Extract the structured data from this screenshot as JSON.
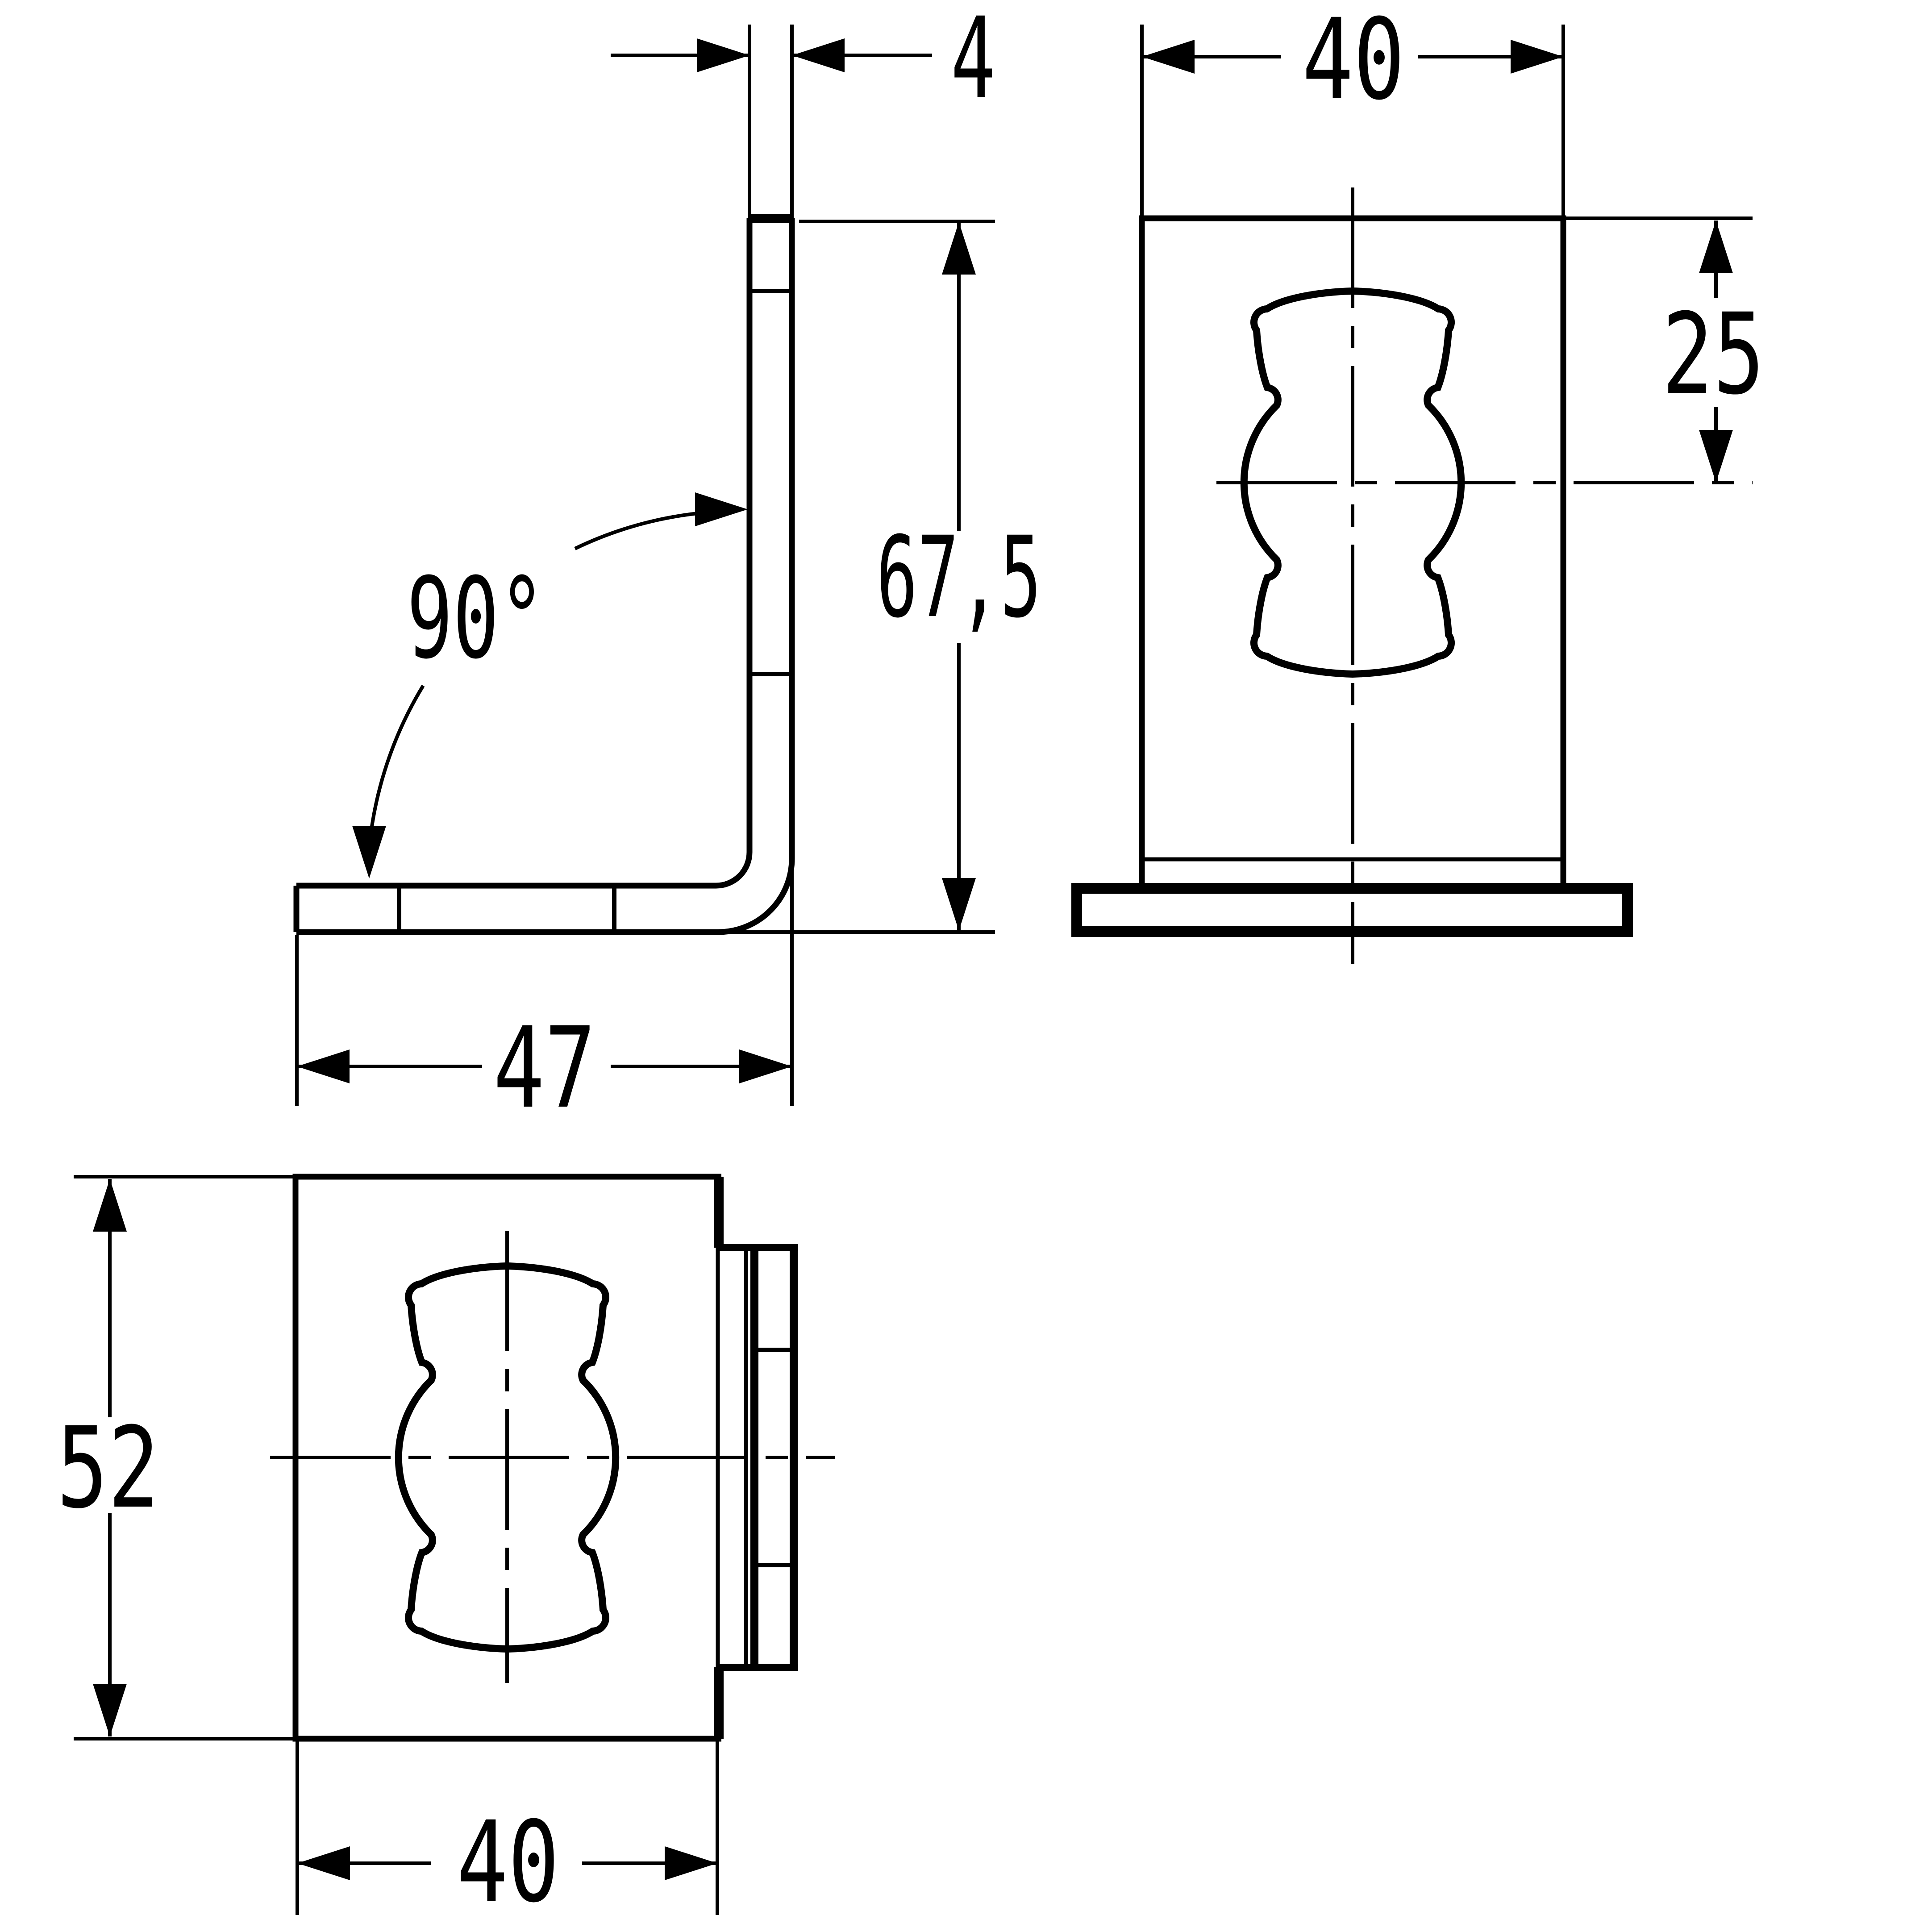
{
  "drawing": {
    "type": "technical-orthographic-drawing",
    "part": "angle-bracket-with-profile-slot",
    "colors": {
      "background": "#ffffff",
      "line": "#000000"
    },
    "views": {
      "side": {
        "label_thickness": "4",
        "label_height": "67,5",
        "label_length": "47",
        "label_angle": "90°"
      },
      "front": {
        "label_width": "40",
        "label_slot_offset": "25"
      },
      "top": {
        "label_depth": "52",
        "label_width": "40"
      }
    }
  }
}
